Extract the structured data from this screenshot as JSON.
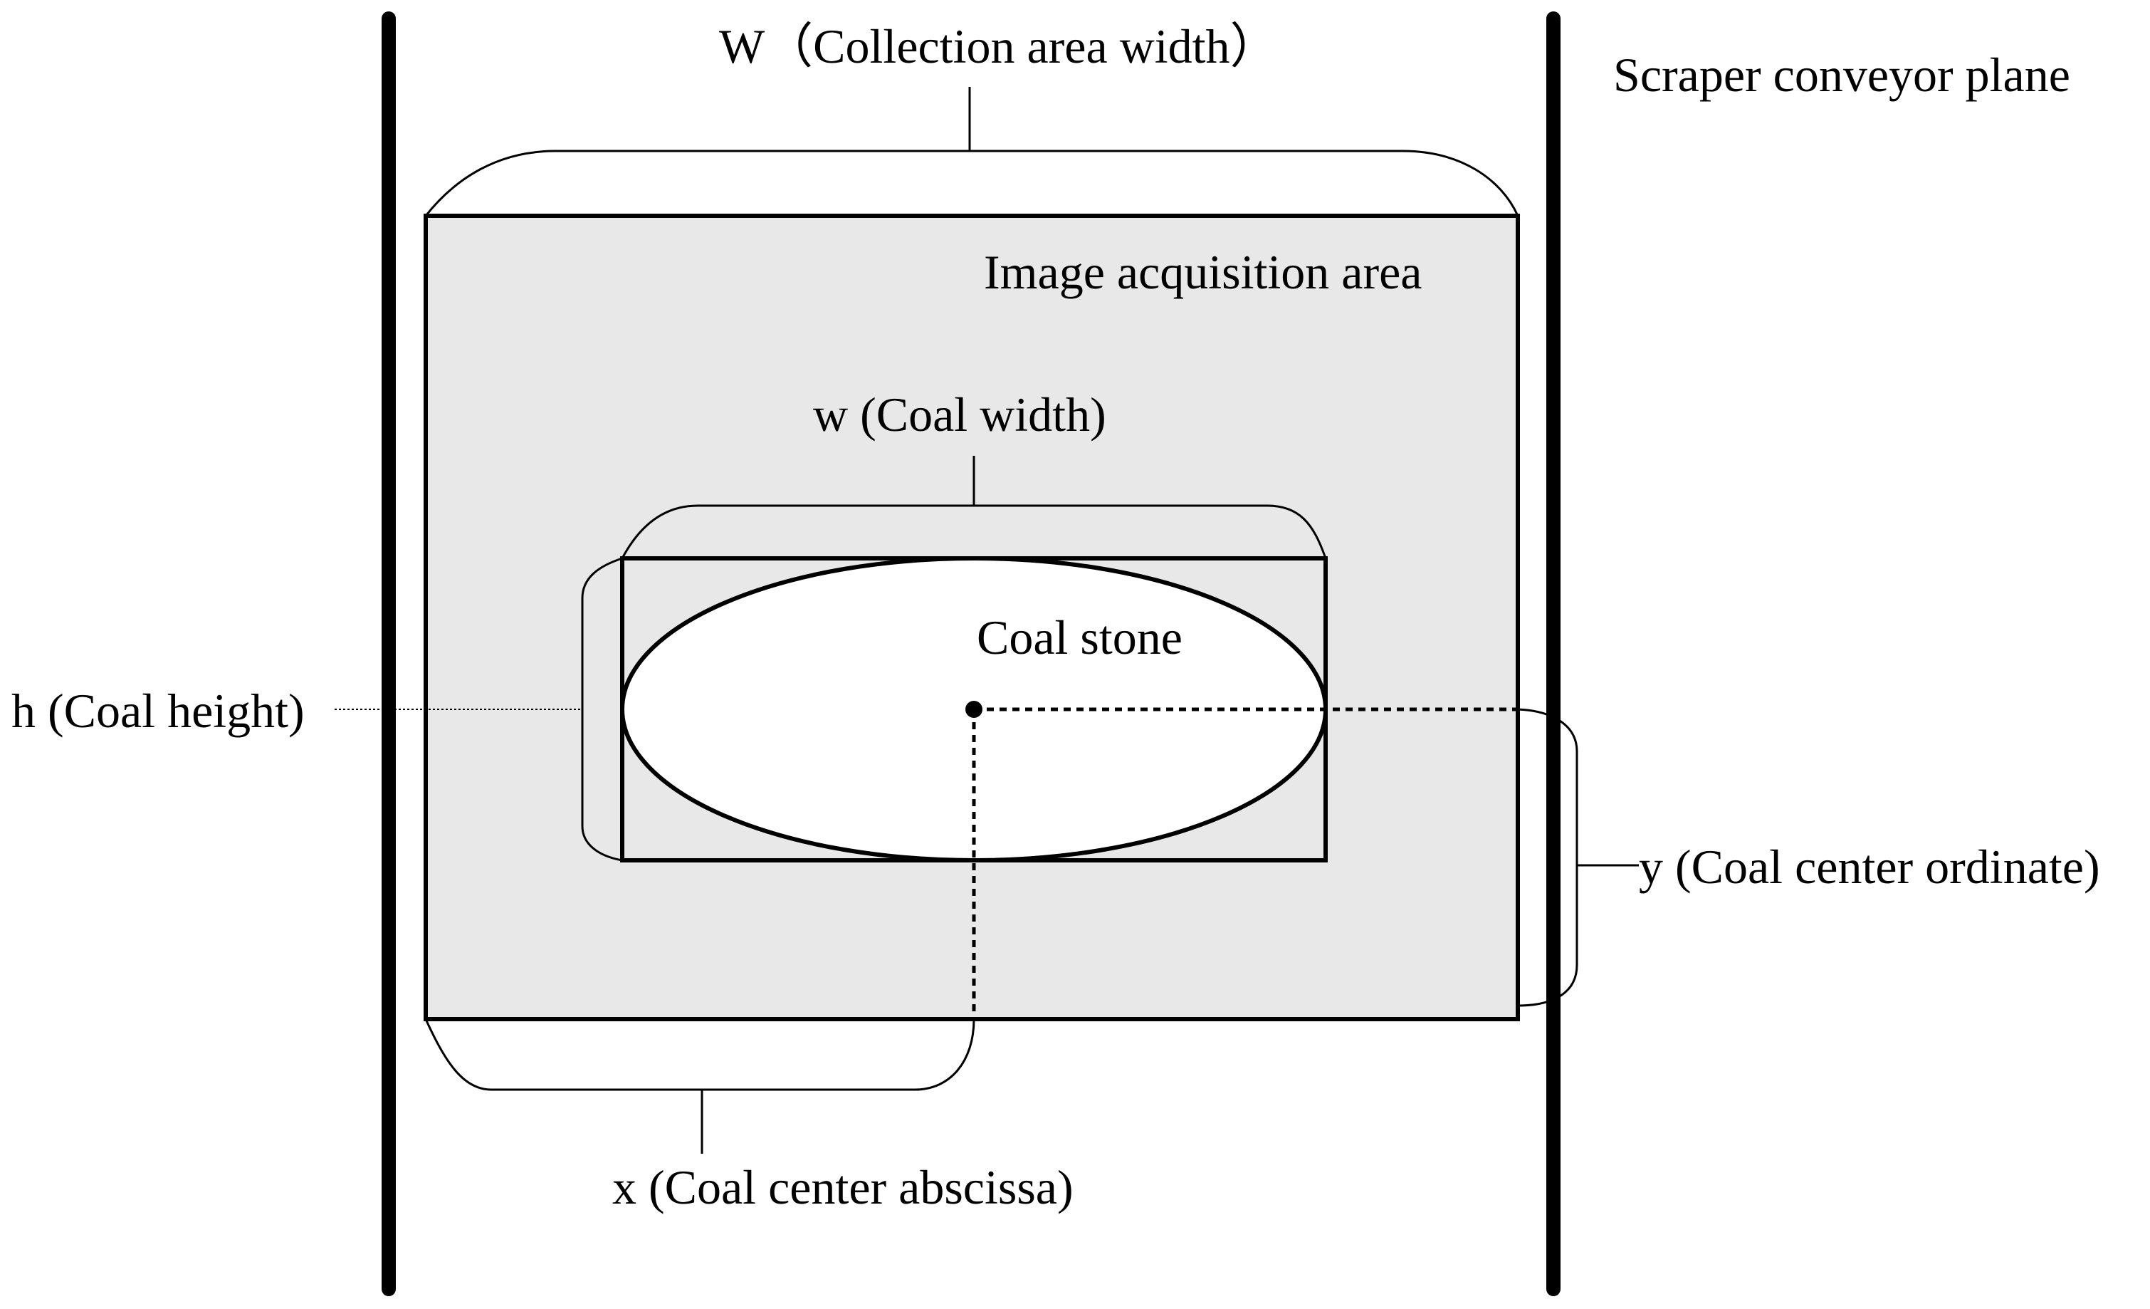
{
  "labels": {
    "collection_width": "W（Collection area width）",
    "conveyor_plane": "Scraper conveyor plane",
    "acquisition_area": "Image acquisition area",
    "coal_width": "w (Coal width)",
    "coal_stone": "Coal stone",
    "coal_height": "h (Coal height)",
    "coal_center_ordinate": "y (Coal center ordinate)",
    "coal_center_abscissa": "x (Coal center abscissa)"
  },
  "colors": {
    "acquisition_area_fill": "#e8e8e8",
    "coal_fill": "#ffffff",
    "line": "#000000"
  }
}
